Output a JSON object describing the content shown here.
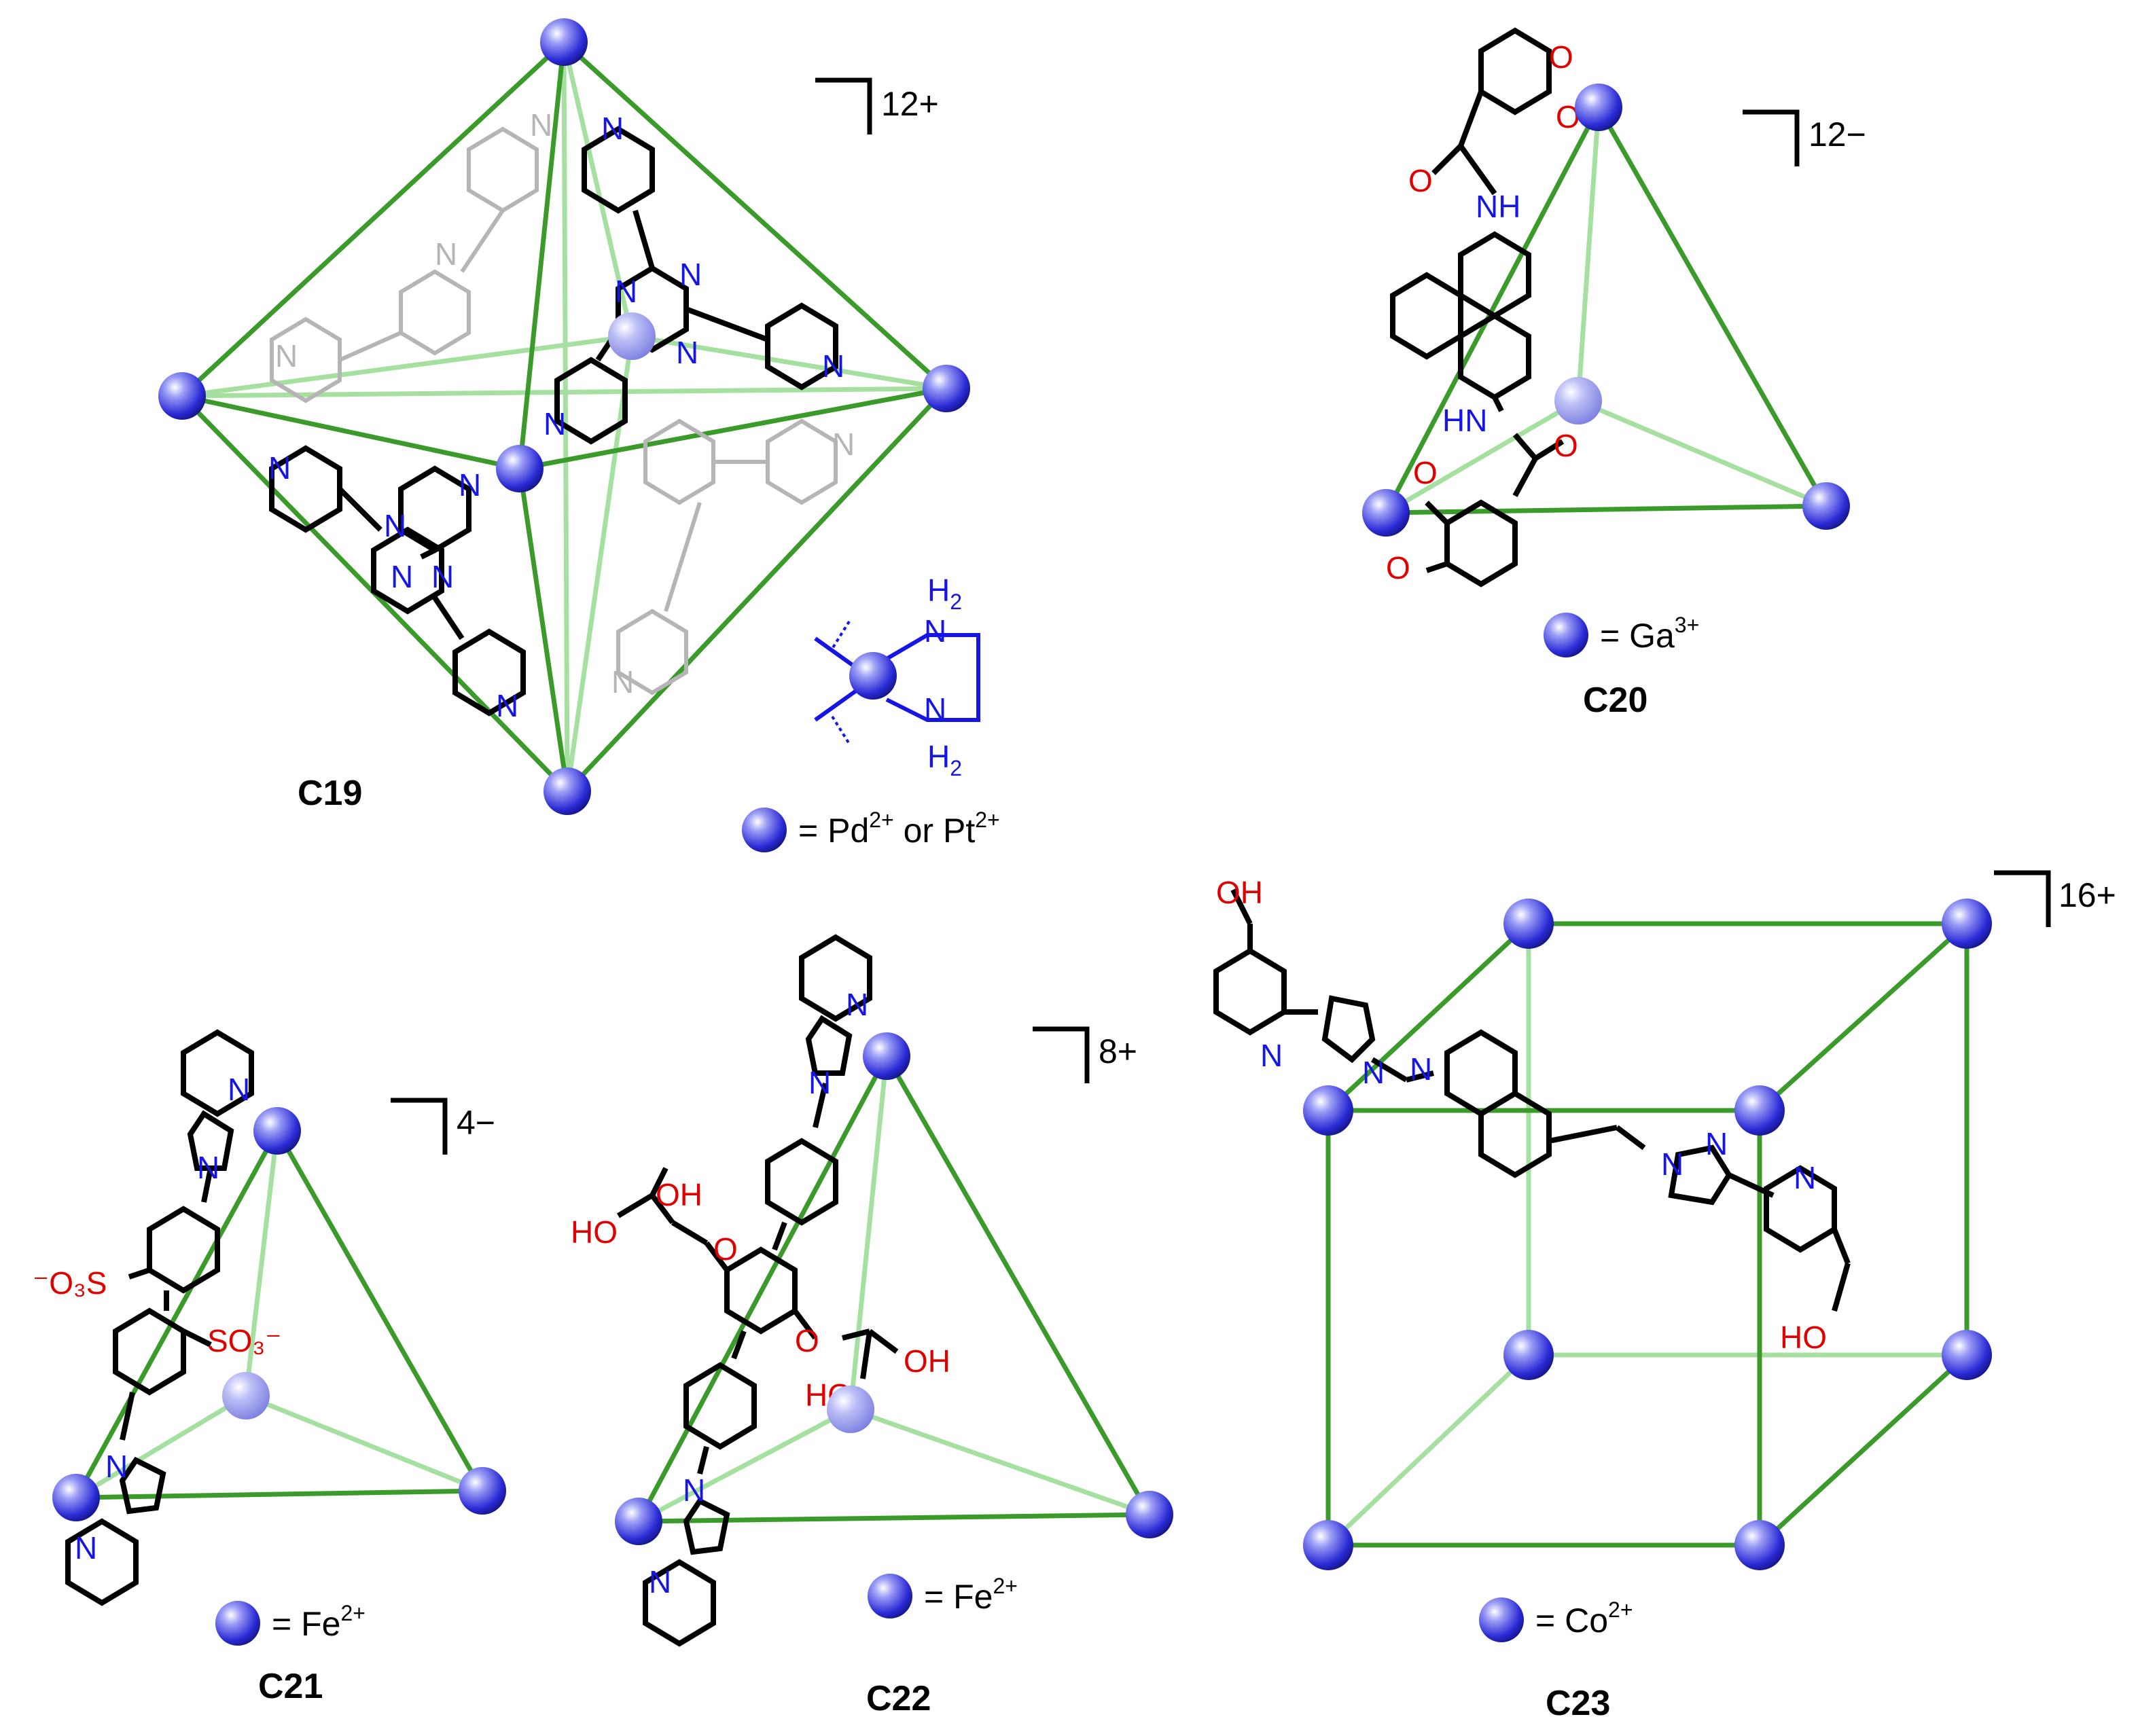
{
  "colors": {
    "edge": "#3a9a2a",
    "edge_back": "#a6e0a0",
    "sphere": "#2828d8",
    "nitrogen": "#1515e6",
    "oxygen": "#e10000",
    "bond": "#000000",
    "faded": "#b5b5b5"
  },
  "cages": {
    "c19": {
      "label": "C19",
      "charge": "12+",
      "legend_eq": "= Pd",
      "legend_sup1": "2+",
      "legend_mid": " or Pt",
      "legend_sup2": "2+",
      "en_top": "H",
      "en_top_sub": "2",
      "en_bottom": "H",
      "en_bottom_sub": "2"
    },
    "c20": {
      "label": "C20",
      "charge": "12−",
      "legend_eq": "= Ga",
      "legend_sup": "3+"
    },
    "c21": {
      "label": "C21",
      "charge": "4−",
      "legend_eq": "= Fe",
      "legend_sup": "2+"
    },
    "c22": {
      "label": "C22",
      "charge": "8+",
      "legend_eq": "= Fe",
      "legend_sup": "2+"
    },
    "c23": {
      "label": "C23",
      "charge": "16+",
      "legend_eq": "= Co",
      "legend_sup": "2+"
    }
  },
  "atoms": {
    "N": "N",
    "O": "O",
    "NH": "NH",
    "HN": "HN",
    "OH": "OH",
    "HO": "HO",
    "SO3_left": "⁻O₃S",
    "SO3_right": "SO₃⁻"
  }
}
